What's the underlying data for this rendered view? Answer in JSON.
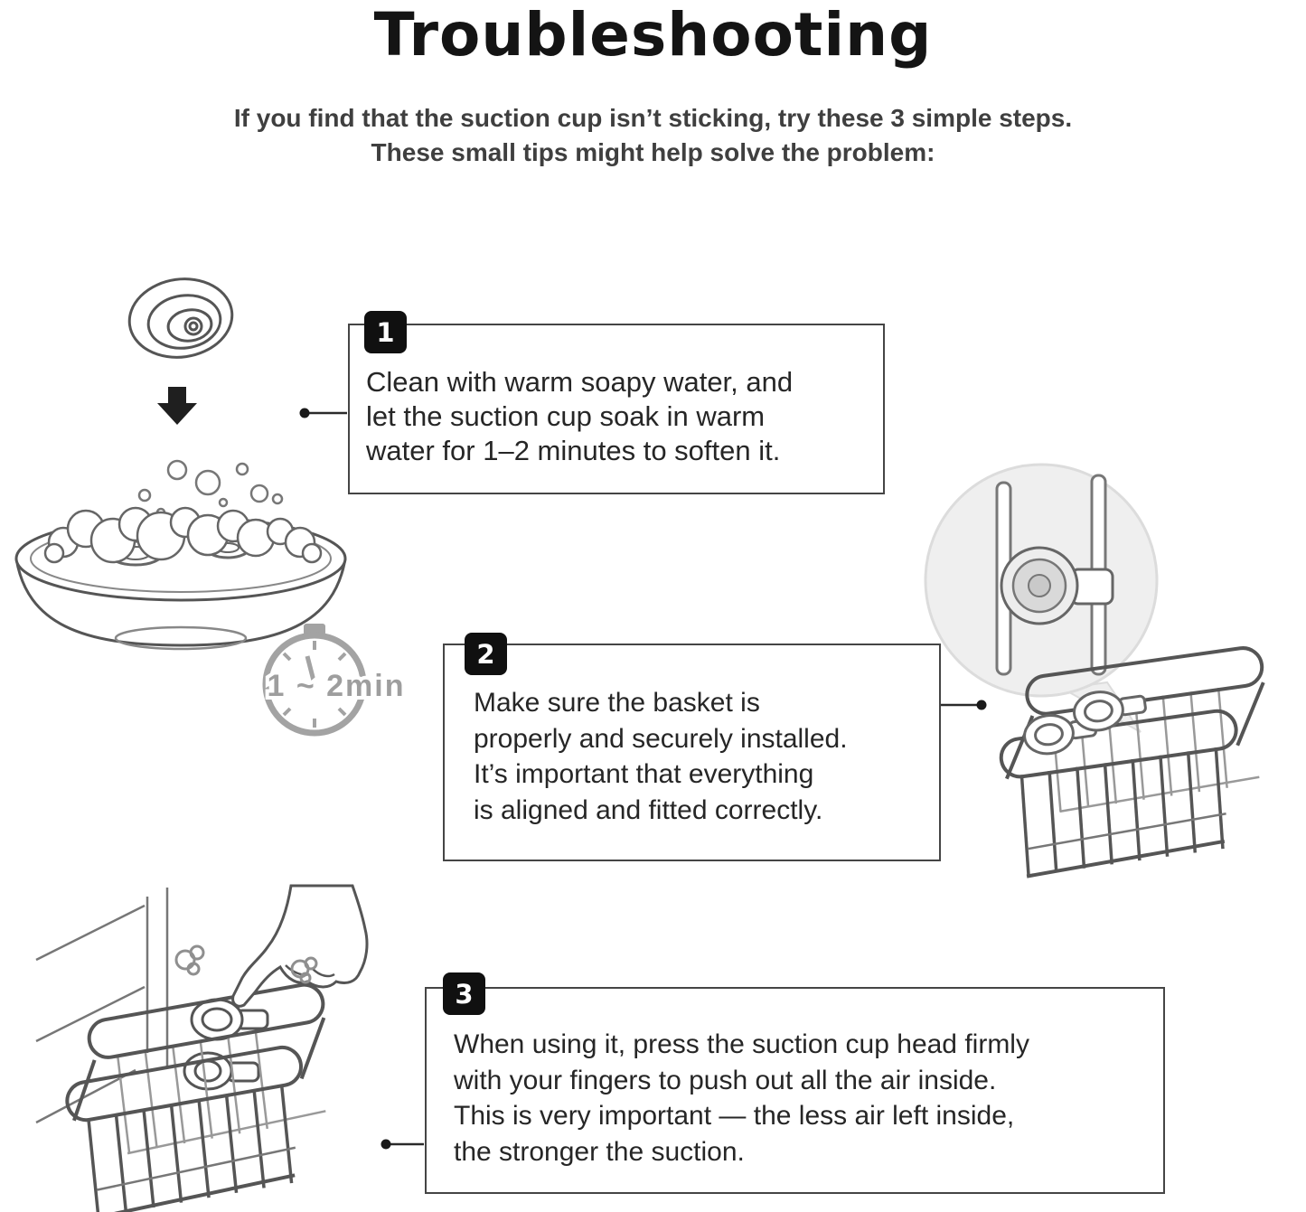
{
  "page": {
    "title": "Troubleshooting",
    "subtitle": "If you find that the suction cup isn’t sticking, try these 3 simple steps.\nThese small tips might help solve the problem:"
  },
  "steps": [
    {
      "number": "1",
      "text": "Clean with warm soapy water, and\nlet the suction cup soak in warm\nwater for 1–2 minutes to soften it."
    },
    {
      "number": "2",
      "text": "Make sure the basket is\nproperly and securely installed.\nIt’s important that everything\nis aligned and fitted correctly."
    },
    {
      "number": "3",
      "text": "When using it, press the suction cup head firmly\nwith your fingers to push out all the air inside.\nThis is very important — the less air left inside,\nthe stronger the suction."
    }
  ],
  "illustrations": {
    "timer_label": "1 ~ 2min",
    "soak": "suction-cup-soaking-in-soapy-water",
    "zoom": "suction-cup-installed-close-up",
    "basket_right": "wire-basket-with-suction-cups",
    "press": "hand-pressing-suction-cup-on-wall"
  },
  "colors": {
    "title": "#141414",
    "body_text": "#262626",
    "line_art": "#555555",
    "badge_bg": "#101010",
    "timer_gray": "#9e9e9e"
  }
}
